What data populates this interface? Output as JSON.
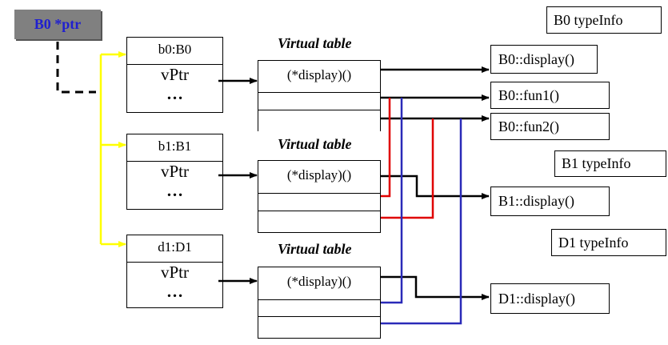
{
  "pointer": {
    "label": "B0 *ptr"
  },
  "objects": [
    {
      "name": "b0:B0",
      "vptr": "vPtr",
      "more": "…"
    },
    {
      "name": "b1:B1",
      "vptr": "vPtr",
      "more": "…"
    },
    {
      "name": "d1:D1",
      "vptr": "vPtr",
      "more": "…"
    }
  ],
  "vtables": [
    {
      "title": "Virtual table",
      "entries": [
        "(*display)()",
        "",
        ""
      ]
    },
    {
      "title": "Virtual table",
      "entries": [
        "(*display)()",
        "",
        ""
      ]
    },
    {
      "title": "Virtual table",
      "entries": [
        "(*display)()",
        "",
        ""
      ]
    }
  ],
  "functions": [
    "B0::display()",
    "B0::fun1()",
    "B0::fun2()",
    "B1::display()",
    "D1::display()"
  ],
  "typeinfos": [
    "B0 typeInfo",
    "B1 typeInfo",
    "D1 typeInfo"
  ],
  "colors": {
    "pointer_box": "#808080",
    "pointer_text": "#1f1fd0",
    "yellow_link": "#ffff00",
    "b1_inherited": "#e00000",
    "d1_inherited": "#2a2ab8"
  }
}
